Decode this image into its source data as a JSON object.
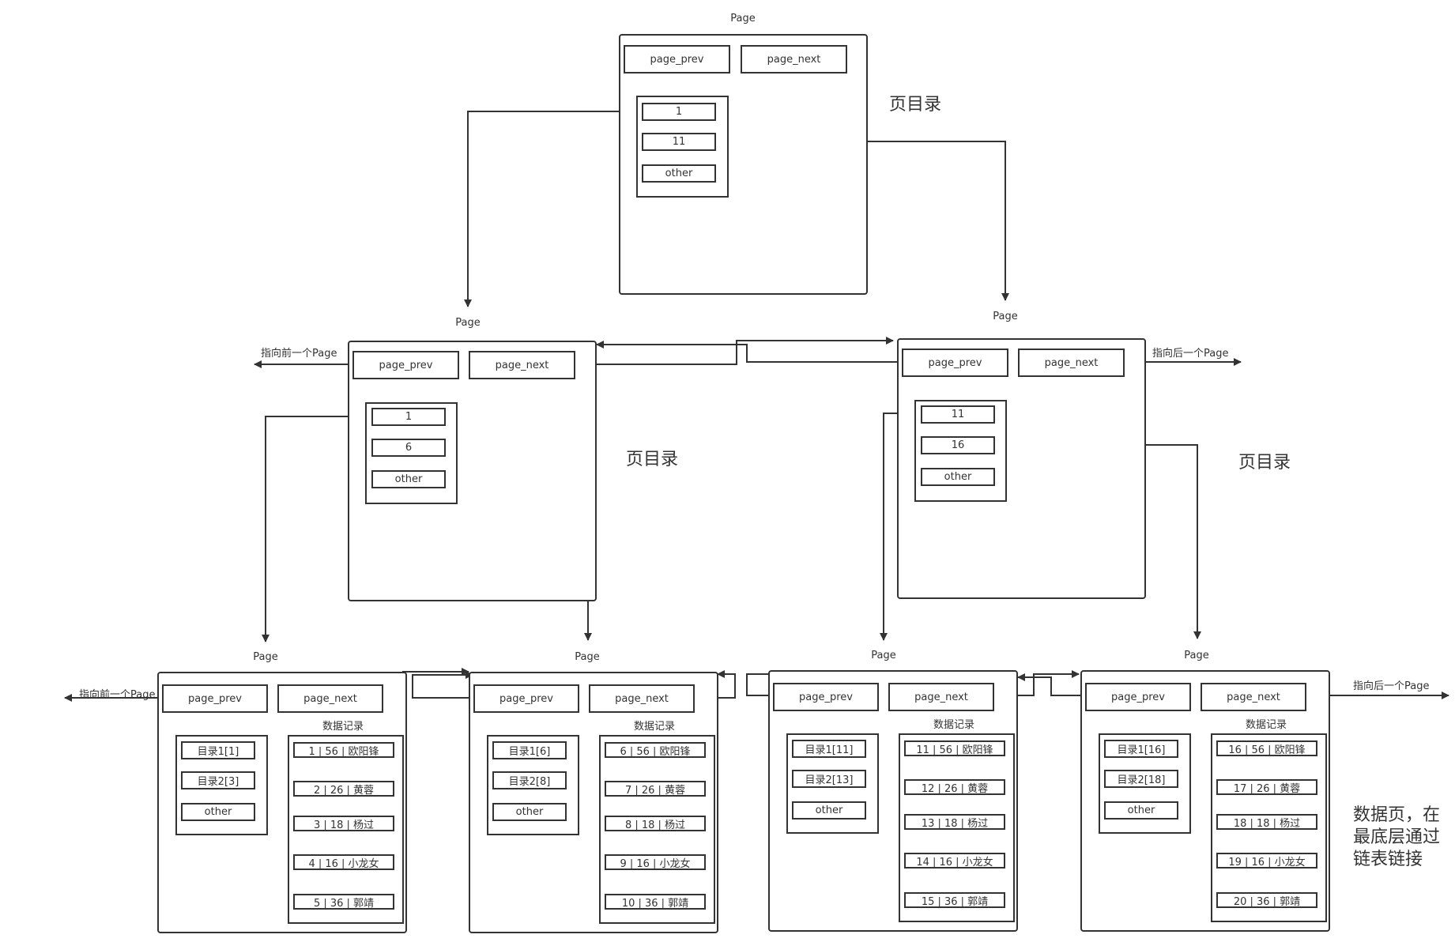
{
  "labels": {
    "page": "Page",
    "page_prev": "page_prev",
    "page_next": "page_next",
    "other": "other",
    "dir_title": "页目录",
    "records_title": "数据记录",
    "prev_pointer": "指向前一个Page",
    "next_pointer": "指向后一个Page"
  },
  "note": "数据页，在最底层通过链表链接",
  "root_page": {
    "entries": [
      "1",
      "11"
    ]
  },
  "middle_pages": [
    {
      "entries": [
        "1",
        "6"
      ]
    },
    {
      "entries": [
        "11",
        "16"
      ]
    }
  ],
  "leaf_pages": [
    {
      "dir": [
        "目录1[1]",
        "目录2[3]"
      ],
      "records": [
        "1 | 56 | 欧阳锋",
        "2 | 26 | 黄蓉",
        "3 | 18 | 杨过",
        "4 | 16 | 小龙女",
        "5 | 36 | 郭靖"
      ]
    },
    {
      "dir": [
        "目录1[6]",
        "目录2[8]"
      ],
      "records": [
        "6 | 56 | 欧阳锋",
        "7 | 26 | 黄蓉",
        "8 | 18 | 杨过",
        "9 | 16 | 小龙女",
        "10 | 36 | 郭靖"
      ]
    },
    {
      "dir": [
        "目录1[11]",
        "目录2[13]"
      ],
      "records": [
        "11 | 56 | 欧阳锋",
        "12 | 26 | 黄蓉",
        "13 | 18 | 杨过",
        "14 | 16 | 小龙女",
        "15 | 36 | 郭靖"
      ]
    },
    {
      "dir": [
        "目录1[16]",
        "目录2[18]"
      ],
      "records": [
        "16 | 56 | 欧阳锋",
        "17 | 26 | 黄蓉",
        "18 | 18 | 杨过",
        "19 | 16 | 小龙女",
        "20 | 36 | 郭靖"
      ]
    }
  ]
}
